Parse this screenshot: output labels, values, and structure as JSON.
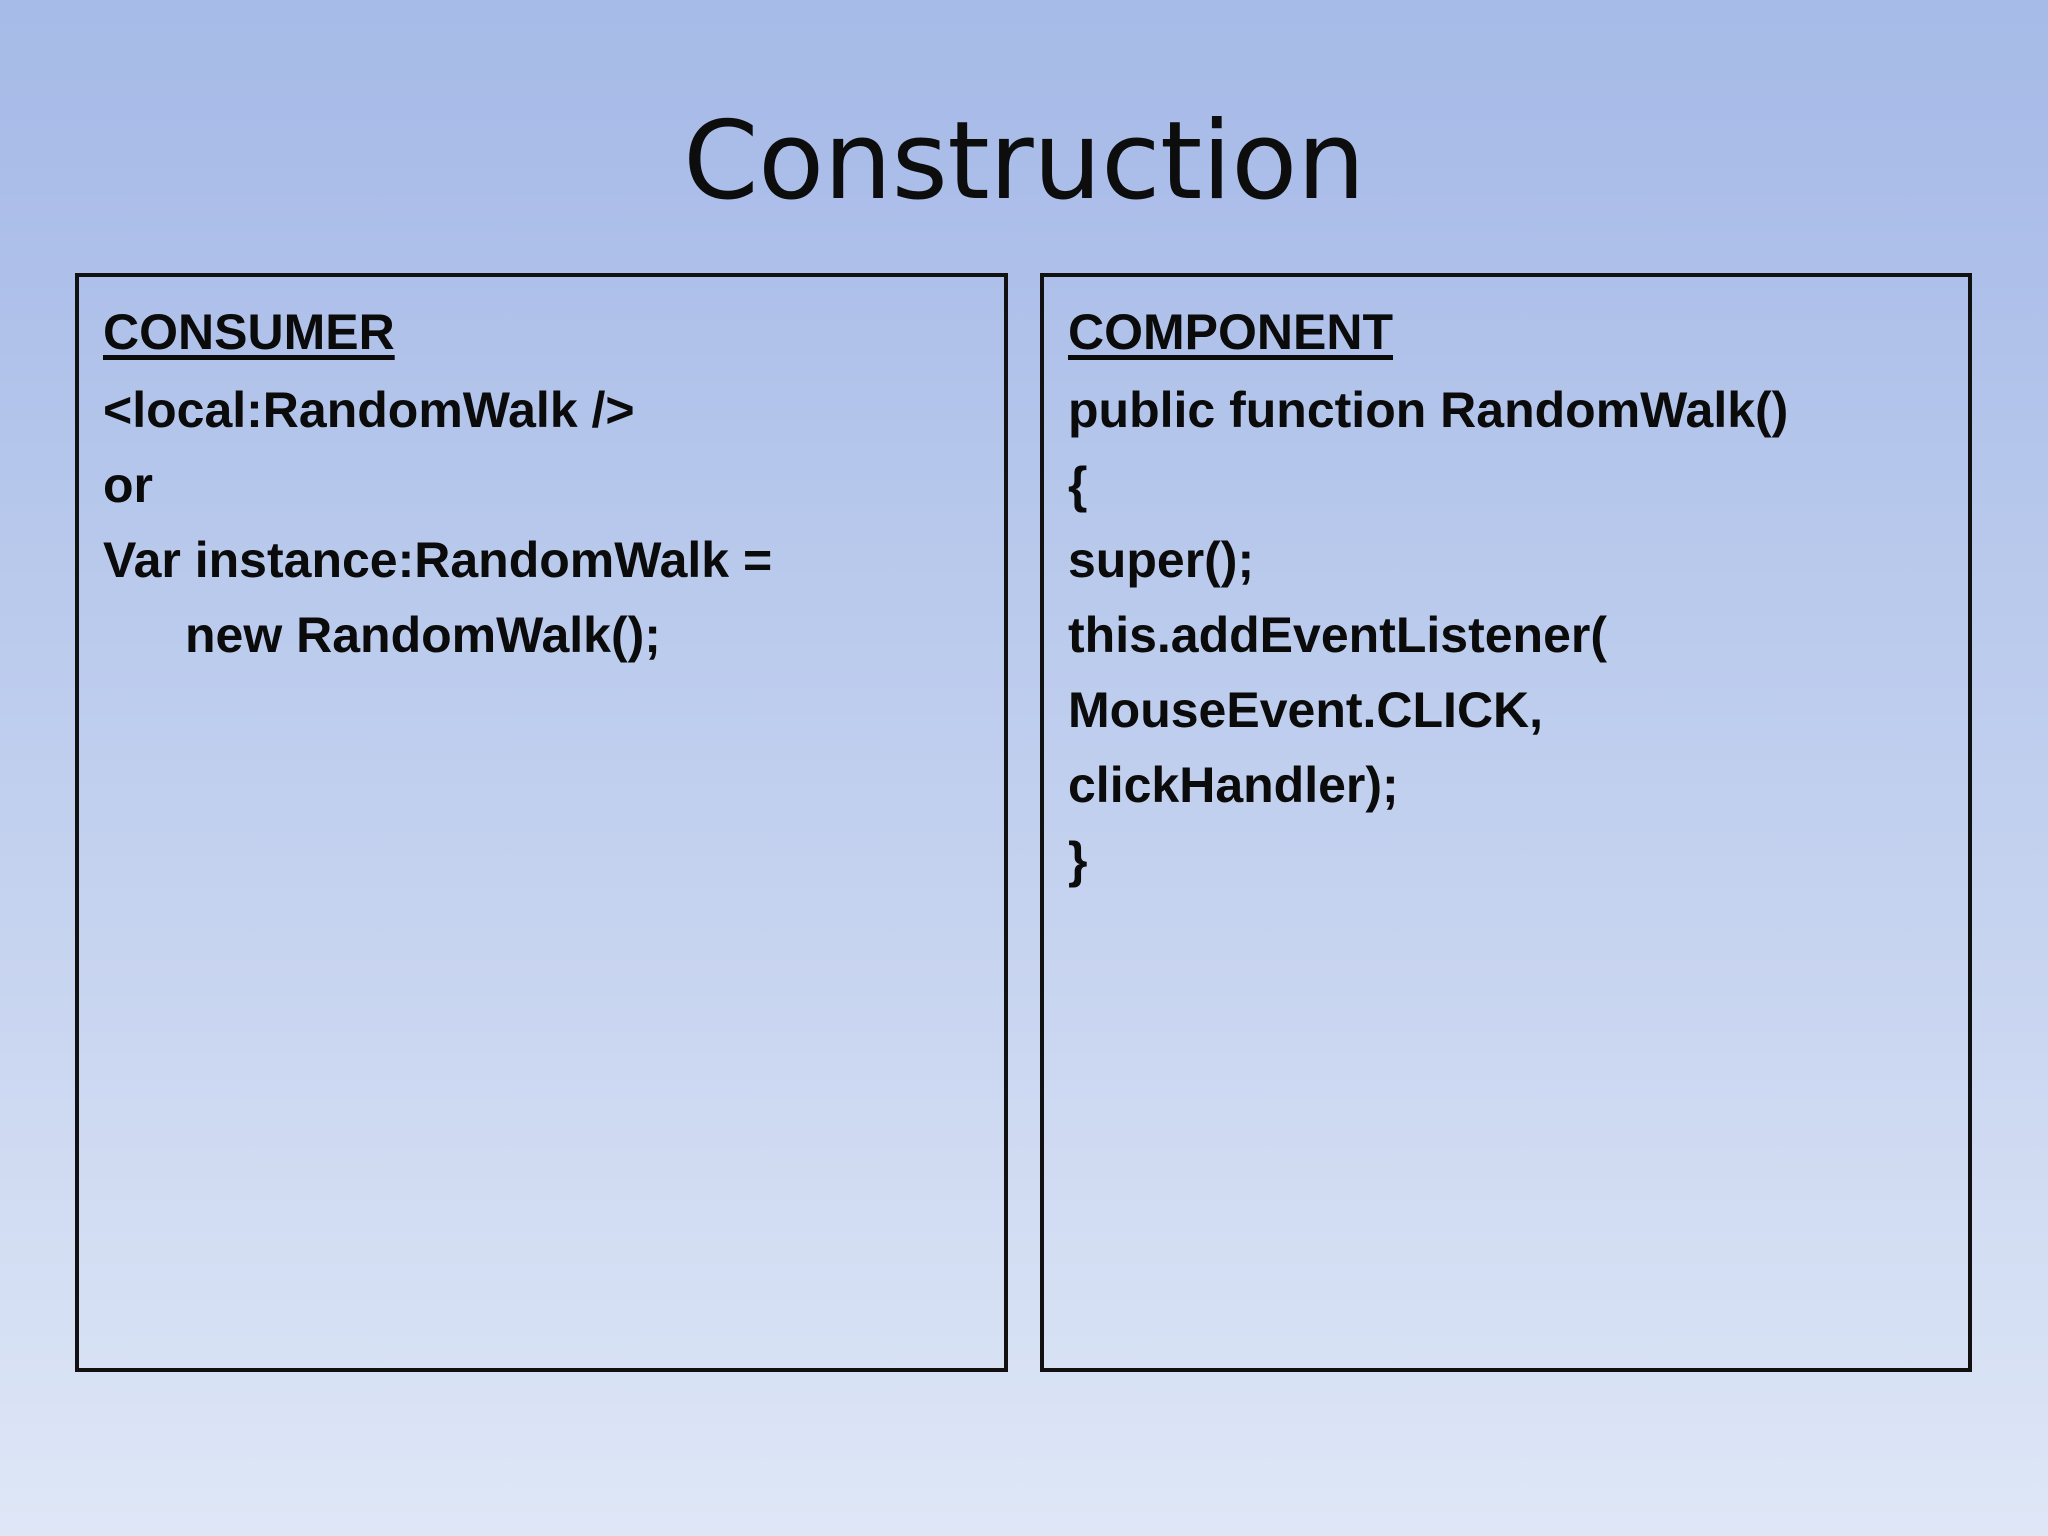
{
  "slide": {
    "title": "Construction",
    "background_top_color": "#a7bbe8",
    "background_bottom_color": "#dfe7f7",
    "text_color": "#0b0b0b",
    "border_color": "#111111"
  },
  "panels": [
    {
      "id": "consumer",
      "heading": "CONSUMER",
      "lines": [
        {
          "text": "<local:RandomWalk />",
          "indent": false
        },
        {
          "text": "or",
          "indent": false
        },
        {
          "text": "Var instance:RandomWalk =",
          "indent": false
        },
        {
          "text": "new RandomWalk();",
          "indent": true
        }
      ]
    },
    {
      "id": "component",
      "heading": "COMPONENT",
      "lines": [
        {
          "text": "public function RandomWalk()",
          "indent": false
        },
        {
          "text": "{",
          "indent": false
        },
        {
          "text": "super();",
          "indent": false
        },
        {
          "text": "this.addEventListener(",
          "indent": false
        },
        {
          "text": "MouseEvent.CLICK,",
          "indent": false
        },
        {
          "text": "clickHandler);",
          "indent": false
        },
        {
          "text": "}",
          "indent": false
        }
      ]
    }
  ]
}
